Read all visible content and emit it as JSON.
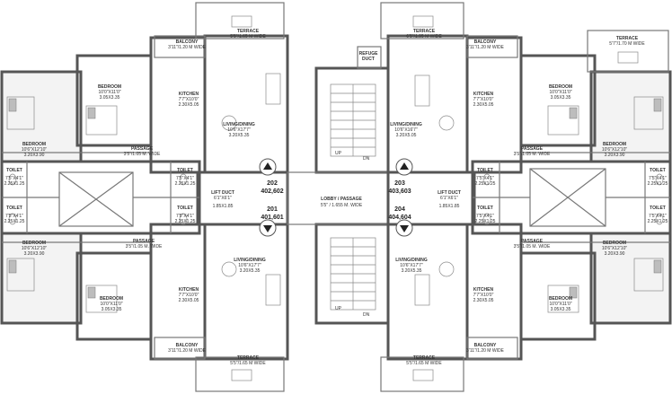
{
  "units": {
    "u202": "202\n402,602",
    "u201": "201\n401,601",
    "u203": "203\n403,603",
    "u204": "204\n404,604"
  },
  "rooms": {
    "terrace_a": {
      "name": "TERRACE",
      "size": "5'5\"/1.65 M WIDE"
    },
    "terrace_b": {
      "name": "TERRACE",
      "size": "6'5\"/1.95 M WIDE"
    },
    "terrace_c": {
      "name": "TERRACE",
      "size": "5'7\"/1.70 M WIDE"
    },
    "balcony": {
      "name": "BALCONY",
      "size": "3'11\"/1.20 M WIDE"
    },
    "kitchen": {
      "name": "KITCHEN",
      "size1": "7'7\"X10'0\"",
      "size2": "2.30X5.05"
    },
    "bedroom_small": {
      "name": "BEDROOM",
      "size1": "10'0\"X11'0\"",
      "size2": "3.05X3.35"
    },
    "bedroom_large": {
      "name": "BEDROOM",
      "size1": "10'6\"X12'10\"",
      "size2": "3.20X3.90"
    },
    "living": {
      "name": "LIVING/DINING",
      "size1": "10'6\"X17'7\"",
      "size2": "3.20X5.35"
    },
    "living_b": {
      "name": "LIVING/DINING",
      "size1": "10'6\"X16'7\"",
      "size2": "3.20X5.05"
    },
    "passage": {
      "name": "PASSAGE",
      "size": "3'5\"/1.05 M. WIDE"
    },
    "toilet": {
      "name": "TOILET",
      "size1": "7'5\"X4'1\"",
      "size2": "2.25X1.25"
    },
    "lift": {
      "name": "LIFT DUCT",
      "size1": "6'1\"X6'1\"",
      "size2": "1.85X1.85"
    },
    "lobby": {
      "name": "LOBBY / PASSAGE",
      "size": "5'5\" / 1.655 M. WIDE"
    },
    "refuge": {
      "name": "REFUGE\nDUCT"
    },
    "up": "UP",
    "dn": "DN"
  }
}
